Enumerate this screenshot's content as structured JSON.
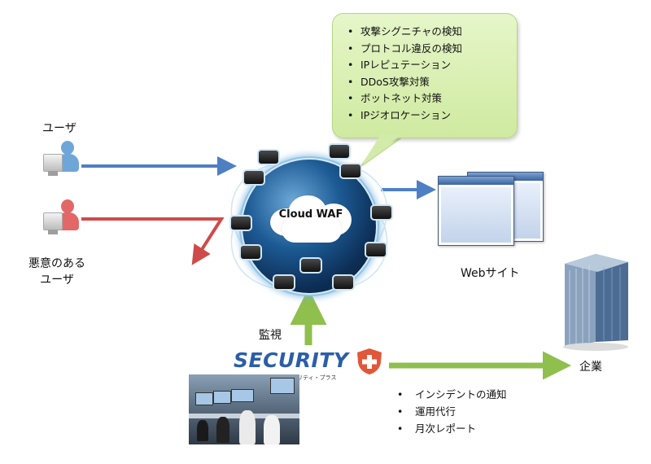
{
  "callout": {
    "items": [
      "攻撃シグニチャの検知",
      "プロトコル違反の検知",
      "IPレピュテーション",
      "DDoS攻撃対策",
      "ボットネット対策",
      "IPジオロケーション"
    ]
  },
  "nodes": {
    "user": "ユーザ",
    "malicious_user": [
      "悪意のある",
      "ユーザ"
    ],
    "cloud_waf": "Cloud WAF",
    "website": "Webサイト",
    "company": "企業",
    "monitoring": "監視"
  },
  "logo": {
    "name": "SECURITY",
    "subtitle": "セキュリティ・プラス"
  },
  "services": [
    "インシデントの通知",
    "運用代行",
    "月次レポート"
  ],
  "colors": {
    "blue_arrow": "#4f7fc3",
    "red_arrow": "#cf4a4a",
    "green_arrow": "#8fbf4d",
    "callout_fill": "#d9efb2",
    "logo_blue": "#2b5ea8",
    "logo_orange": "#e2563a"
  }
}
